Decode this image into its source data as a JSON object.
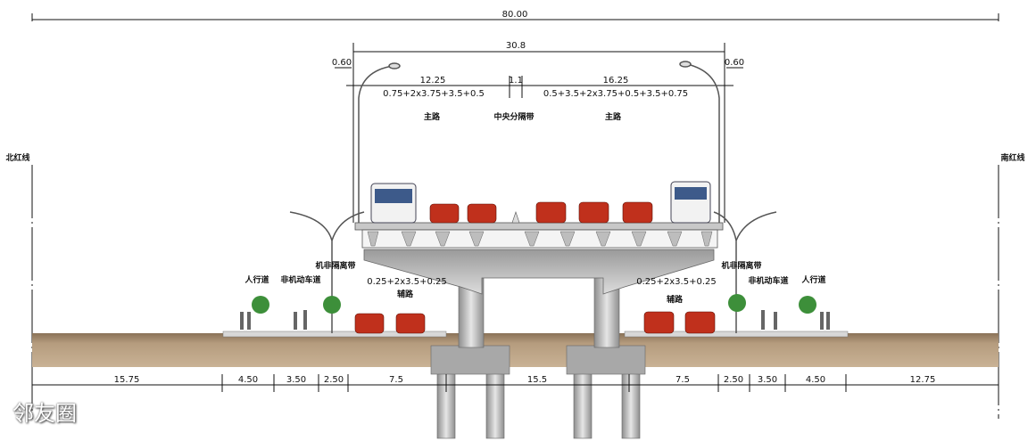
{
  "dimensions": {
    "total_width": "80.00",
    "bridge_width": "30.8",
    "left_edge": "0.60",
    "right_edge": "0.60",
    "left_main": "12.25",
    "median": "1.1",
    "right_main": "16.25",
    "left_main_formula": "0.75+2x3.75+3.5+0.5",
    "right_main_formula": "0.5+3.5+2x3.75+0.5+3.5+0.75",
    "left_aux_formula": "0.25+2x3.5+0.25",
    "right_aux_formula": "0.25+2x3.5+0.25",
    "bottom": [
      "15.75",
      "4.50",
      "3.50",
      "2.50",
      "7.5",
      "15.5",
      "7.5",
      "2.50",
      "3.50",
      "4.50",
      "12.75"
    ]
  },
  "labels": {
    "main_road_left": "主路",
    "median": "中央分隔带",
    "main_road_right": "主路",
    "north_red_line": "北红线",
    "south_red_line": "南红线",
    "separator_left": "机非隔离带",
    "separator_right": "机非隔离带",
    "bike_lane_left": "非机动车道",
    "bike_lane_right": "非机动车道",
    "sidewalk_left": "人行道",
    "sidewalk_right": "人行道",
    "aux_road_left": "辅路",
    "aux_road_right": "辅路"
  },
  "watermark": "邻友圈",
  "colors": {
    "ground": "#a89072",
    "concrete": "#b8b8b8",
    "car": "#c0301c",
    "bus": "#f2f2f2"
  }
}
